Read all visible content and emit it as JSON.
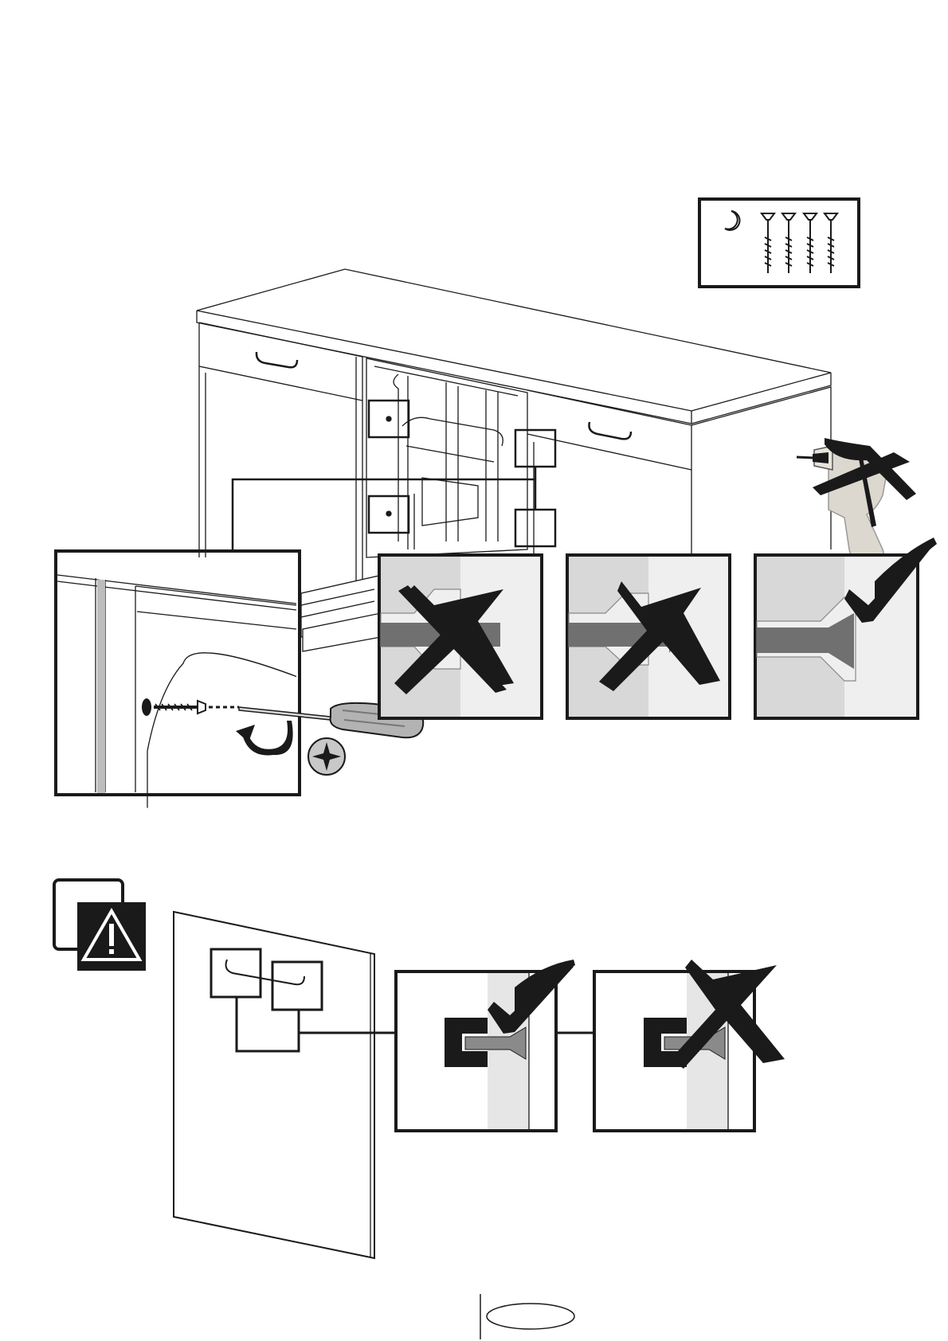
{
  "page": {
    "background": "#ffffff",
    "ink": "#1a1a1a",
    "light_grey": "#e6e6e6",
    "mid_grey": "#9a9a9a",
    "dark_grey": "#6b6b6b",
    "page_number": ""
  },
  "icons": {
    "parts_box": "screws-icon",
    "no_power_drill": "power-drill-prohibited-icon",
    "screwdriver": "screwdriver-icon",
    "phillips": "phillips-head-icon",
    "rotate": "rotate-arrow-icon",
    "warning": "warning-icon"
  },
  "details": {
    "cabinet_fixing": [
      "wrong",
      "wrong",
      "correct"
    ],
    "door_fixing": [
      "correct",
      "wrong"
    ]
  }
}
